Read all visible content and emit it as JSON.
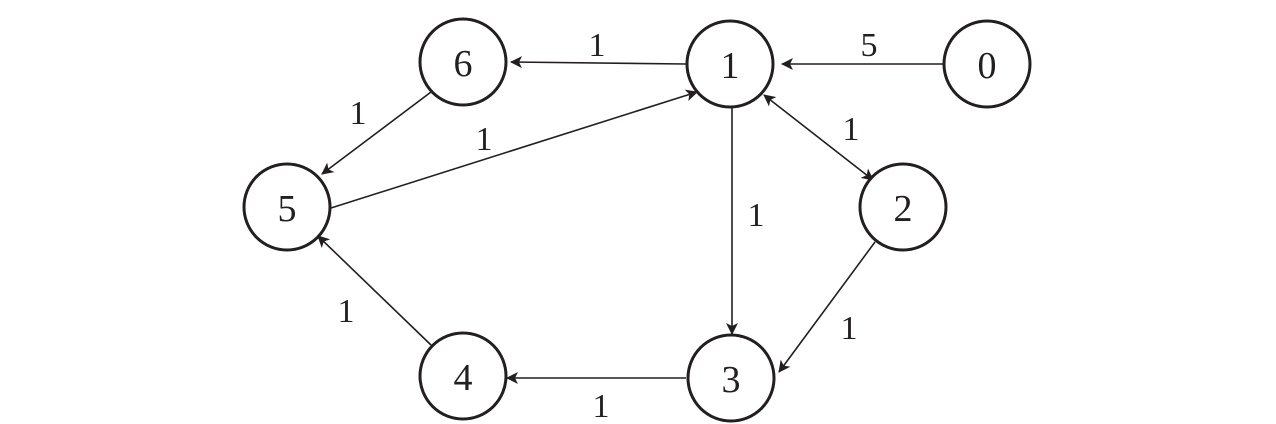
{
  "diagram": {
    "type": "directed-weighted-graph",
    "nodes": [
      {
        "id": "n0",
        "label": "0"
      },
      {
        "id": "n1",
        "label": "1"
      },
      {
        "id": "n2",
        "label": "2"
      },
      {
        "id": "n3",
        "label": "3"
      },
      {
        "id": "n4",
        "label": "4"
      },
      {
        "id": "n5",
        "label": "5"
      },
      {
        "id": "n6",
        "label": "6"
      }
    ],
    "edges": [
      {
        "id": "e0-1",
        "from": "0",
        "to": "1",
        "weight": "5",
        "bidirectional": false
      },
      {
        "id": "e1-6",
        "from": "1",
        "to": "6",
        "weight": "1",
        "bidirectional": false
      },
      {
        "id": "e6-5",
        "from": "6",
        "to": "5",
        "weight": "1",
        "bidirectional": false
      },
      {
        "id": "e5-1",
        "from": "5",
        "to": "1",
        "weight": "1",
        "bidirectional": false
      },
      {
        "id": "e1-2",
        "from": "1",
        "to": "2",
        "weight": "1",
        "bidirectional": true
      },
      {
        "id": "e1-3",
        "from": "1",
        "to": "3",
        "weight": "1",
        "bidirectional": false
      },
      {
        "id": "e2-3",
        "from": "2",
        "to": "3",
        "weight": "1",
        "bidirectional": false
      },
      {
        "id": "e3-4",
        "from": "3",
        "to": "4",
        "weight": "1",
        "bidirectional": false
      },
      {
        "id": "e4-5",
        "from": "4",
        "to": "5",
        "weight": "1",
        "bidirectional": false
      }
    ],
    "colors": {
      "stroke": "#231f20",
      "background": "#ffffff"
    }
  }
}
